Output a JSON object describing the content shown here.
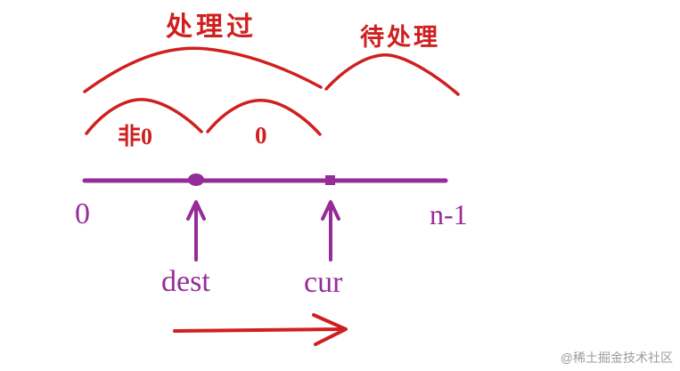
{
  "diagram": {
    "labels": {
      "processed": "处理过",
      "pending": "待处理",
      "nonzero": "非0",
      "zero": "0",
      "axis_start": "0",
      "axis_end": "n-1",
      "dest_pointer": "dest",
      "cur_pointer": "cur"
    },
    "colors": {
      "annotation_red": "#cf2020",
      "array_purple": "#952d98",
      "watermark_gray": "#9b9b9b"
    },
    "watermark": "@稀土掘金技术社区"
  }
}
